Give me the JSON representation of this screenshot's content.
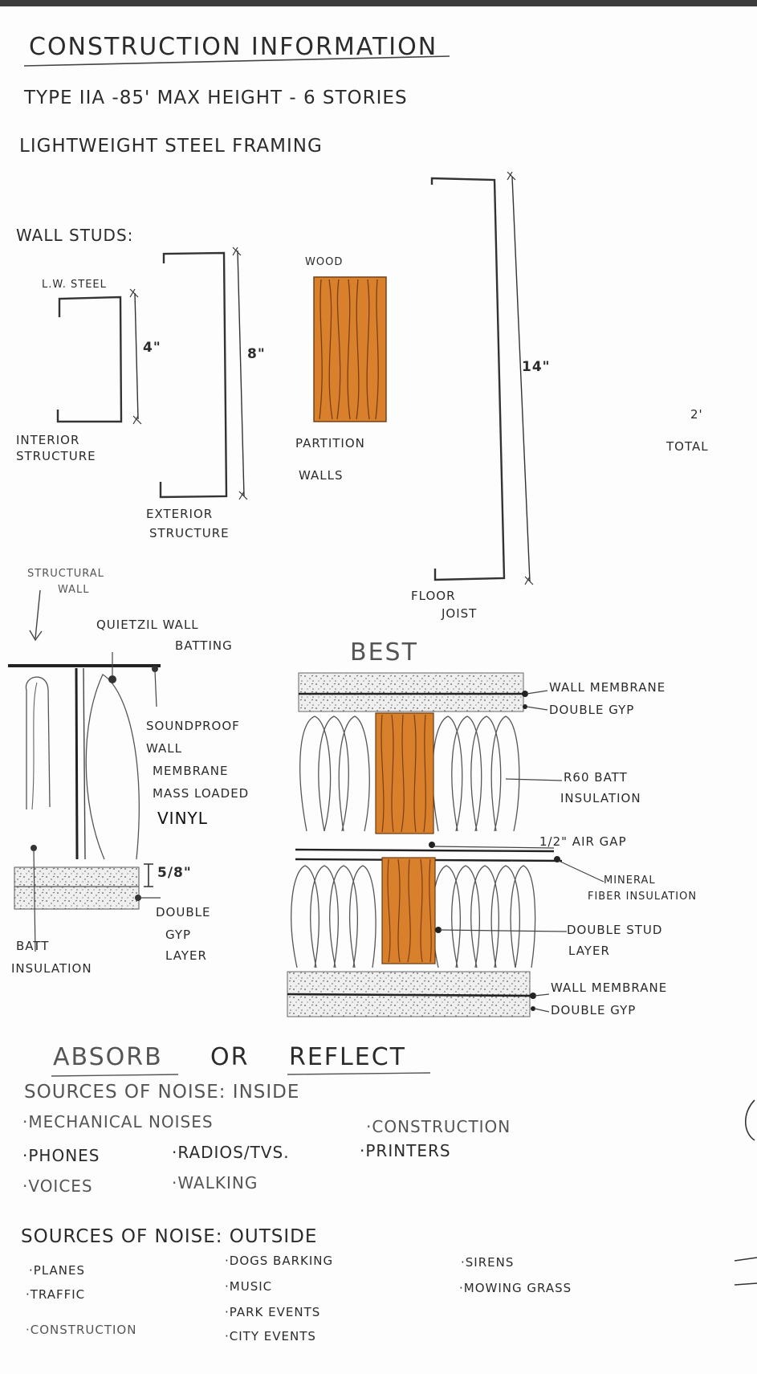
{
  "header": {
    "title": "Construction Information",
    "type_line": "Type IIA -85' Max Height - 6 Stories",
    "framing_line": "Lightweight Steel Framing"
  },
  "wall_studs": {
    "heading": "Wall Studs:",
    "lw_steel_label": "L.W. Steel",
    "dim_4": "4\"",
    "interior_line1": "Interior",
    "interior_line2": "Structure",
    "dim_8": "8\"",
    "exterior_line1": "Exterior",
    "exterior_line2": "Structure",
    "wood_label": "Wood",
    "partition_line1": "Partition",
    "partition_line2": "Walls",
    "dim_14": "14\"",
    "floor_joist_line1": "Floor",
    "floor_joist_line2": "Joist",
    "total_line1": "2'",
    "total_line2": "Total"
  },
  "structural_wall": {
    "label_line1": "Structural",
    "label_line2": "Wall",
    "quietzil_line1": "Quietzil Wall",
    "quietzil_line2": "Batting",
    "soundproof_lines": [
      "Soundproof",
      "Wall",
      "Membrane",
      "Mass Loaded"
    ],
    "vinyl": "Vinyl",
    "dim_5_8": "5/8\"",
    "batt_line1": "Batt",
    "batt_line2": "Insulation",
    "double_gyp_lines": [
      "Double",
      "Gyp",
      "Layer"
    ]
  },
  "best_wall": {
    "title": "Best",
    "wall_membrane_top": "Wall Membrane",
    "double_gyp_top": "Double Gyp",
    "r60_line1": "R60 Batt",
    "r60_line2": "Insulation",
    "air_gap": "1/2\" Air Gap",
    "mineral_line1": "Mineral",
    "mineral_line2": "Fiber Insulation",
    "double_stud_line1": "Double Stud",
    "double_stud_line2": "Layer",
    "wall_membrane_bottom": "Wall Membrane",
    "double_gyp_bottom": "Double Gyp"
  },
  "absorb": {
    "word1": "Absorb",
    "word2": "or",
    "word3": "Reflect"
  },
  "noise_inside": {
    "heading": "Sources of Noise: Inside",
    "items": [
      "·Mechanical Noises",
      "·Phones",
      "·Voices",
      "·Radios/Tvs.",
      "·Walking",
      "·Construction",
      "·Printers"
    ]
  },
  "noise_outside": {
    "heading": "Sources of Noise: Outside",
    "items": [
      "·Planes",
      "·Traffic",
      "·Construction",
      "·Dogs Barking",
      "·Music",
      "·Park Events",
      "·City Events",
      "·Sirens",
      "·Mowing Grass"
    ]
  },
  "colors": {
    "ink": "#2b2b2b",
    "wood": "#d9802c",
    "wood_grain": "#7a3e12",
    "gyp": "#ededed"
  }
}
